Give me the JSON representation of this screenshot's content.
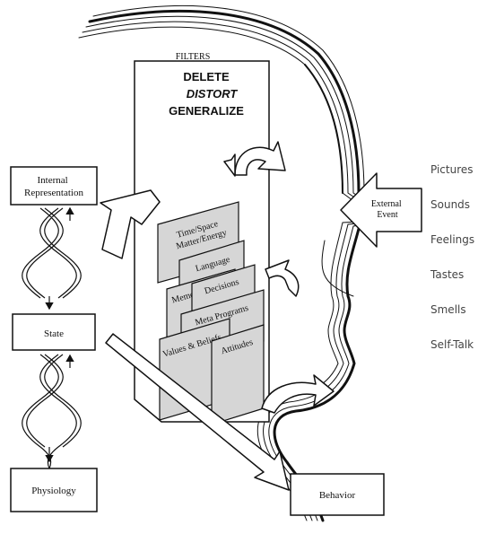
{
  "filters": {
    "header": "FILTERS",
    "line1": "DELETE",
    "line2": "DISTORT",
    "line3": "GENERALIZE"
  },
  "boxes": {
    "internal_representation": [
      "Internal",
      "Representation"
    ],
    "state": "State",
    "physiology": "Physiology",
    "behavior": "Behavior",
    "external_event": [
      "External",
      "Event"
    ]
  },
  "cards": {
    "time_space": [
      "Time/Space",
      "Matter/Energy"
    ],
    "language": "Language",
    "memories": "Memories",
    "decisions": "Decisions",
    "meta_programs": "Meta Programs",
    "values_beliefs": "Values & Beliefs",
    "attitudes": "Attitudes"
  },
  "senses": [
    "Pictures",
    "Sounds",
    "Feelings",
    "Tastes",
    "Smells",
    "Self-Talk"
  ],
  "colors": {
    "ink": "#111111",
    "card_fill": "#d6d6d6",
    "paper": "#ffffff",
    "sense_text": "#444444"
  }
}
